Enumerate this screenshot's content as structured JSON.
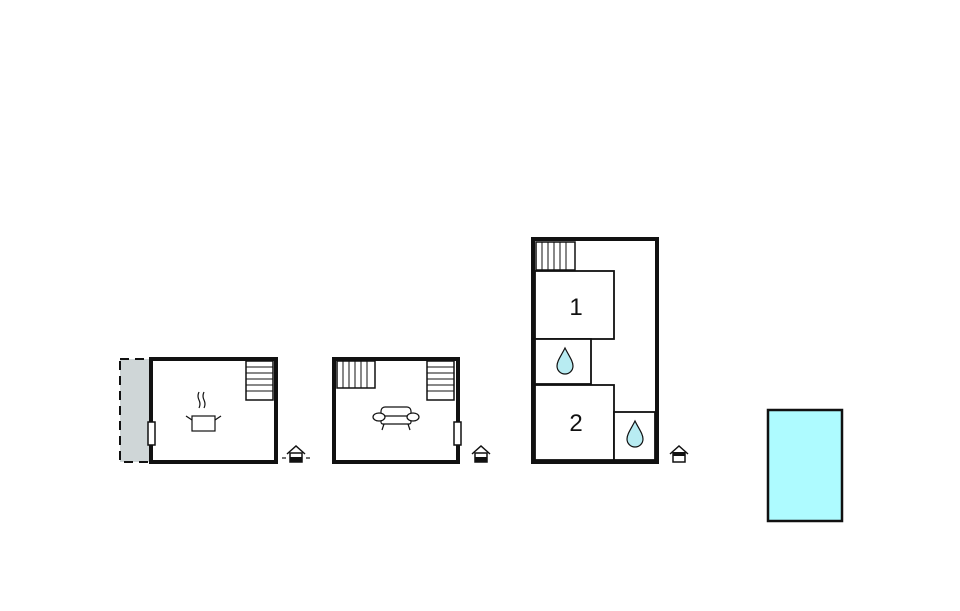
{
  "diagram": {
    "type": "floor-plan",
    "colors": {
      "wall": "#111111",
      "terrace": "#cfd6d7",
      "pool": "#aefbff",
      "water_drop": "#b8ecf2",
      "background": "#ffffff"
    },
    "buildings": [
      {
        "id": "ground-floor",
        "rooms": [
          {
            "type": "kitchen",
            "icon": "cooking-pot-icon"
          }
        ],
        "features": [
          "stairs-icon",
          "terrace",
          "door",
          "entrance-icon"
        ]
      },
      {
        "id": "first-floor",
        "rooms": [
          {
            "type": "living-room",
            "icon": "sofa-icon"
          }
        ],
        "features": [
          "stairs-icon",
          "stairs-icon",
          "door",
          "entrance-icon"
        ]
      },
      {
        "id": "top-floor",
        "rooms": [
          {
            "type": "bedroom",
            "label": "1"
          },
          {
            "type": "bathroom",
            "icon": "water-drop-icon"
          },
          {
            "type": "bedroom",
            "label": "2"
          },
          {
            "type": "bathroom",
            "icon": "water-drop-icon"
          }
        ],
        "features": [
          "stairs-icon",
          "entrance-icon"
        ]
      },
      {
        "id": "pool",
        "type": "swimming-pool"
      }
    ],
    "labels": {
      "bedroom_1": "1",
      "bedroom_2": "2"
    }
  }
}
